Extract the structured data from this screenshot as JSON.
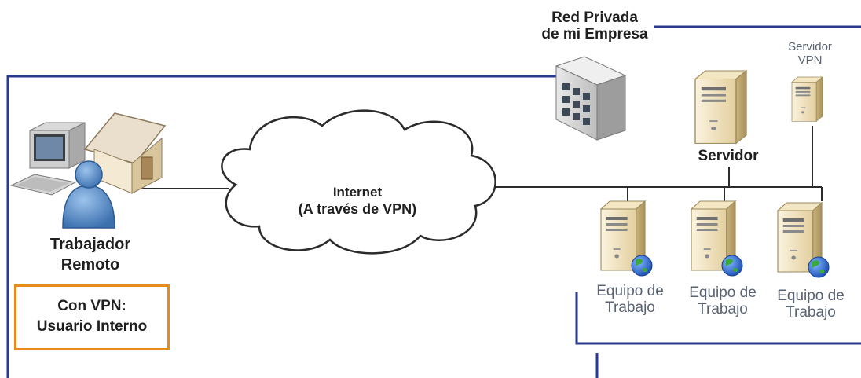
{
  "network": {
    "title_line1": "Red Privada",
    "title_line2": "de mi Empresa",
    "vpn_server_line1": "Servidor",
    "vpn_server_line2": "VPN",
    "server": "Servidor"
  },
  "remote": {
    "line1": "Trabajador",
    "line2": "Remoto"
  },
  "cloud": {
    "line1": "Internet",
    "line2": "(A través de VPN)"
  },
  "vpn_note": {
    "line1": "Con VPN:",
    "line2": "Usuario Interno"
  },
  "workstations": [
    {
      "line1": "Equipo de",
      "line2": "Trabajo"
    },
    {
      "line1": "Equipo de",
      "line2": "Trabajo"
    },
    {
      "line1": "Equipo de",
      "line2": "Trabajo"
    }
  ],
  "colors": {
    "boundary": "#2a3a8c",
    "link": "#2b2b2b",
    "note_border": "#e88a1c",
    "user_blue": "#4f86c6",
    "server_beige": "#e7d7b0",
    "globe_blue": "#2f6fd0",
    "globe_green": "#3aa83a"
  }
}
